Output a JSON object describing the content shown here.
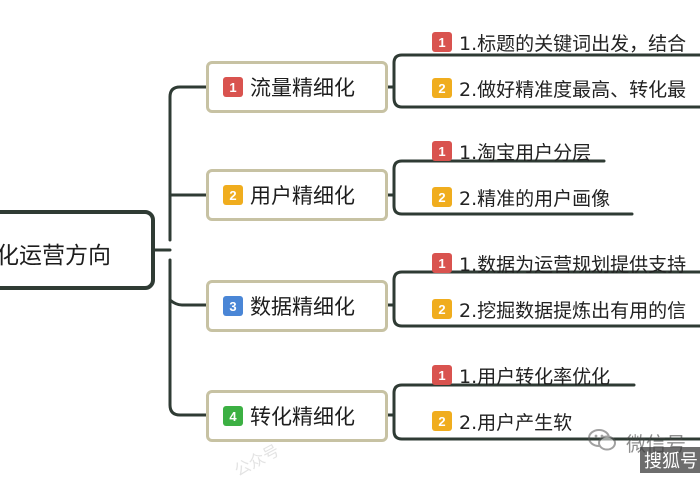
{
  "mindmap": {
    "root": {
      "label": "化运营方向"
    },
    "branches": [
      {
        "badge": "1",
        "badge_color": "#d9534f",
        "label": "流量精细化",
        "leaves": [
          {
            "badge": "1",
            "badge_color": "#d9534f",
            "text": "1.标题的关键词出发，结合"
          },
          {
            "badge": "2",
            "badge_color": "#f0ad1e",
            "text": "2.做好精准度最高、转化最"
          }
        ]
      },
      {
        "badge": "2",
        "badge_color": "#f0ad1e",
        "label": "用户精细化",
        "leaves": [
          {
            "badge": "1",
            "badge_color": "#d9534f",
            "text": "1.淘宝用户分层"
          },
          {
            "badge": "2",
            "badge_color": "#f0ad1e",
            "text": "2.精准的用户画像"
          }
        ]
      },
      {
        "badge": "3",
        "badge_color": "#4a86d6",
        "label": "数据精细化",
        "leaves": [
          {
            "badge": "1",
            "badge_color": "#d9534f",
            "text": "1.数据为运营规划提供支持"
          },
          {
            "badge": "2",
            "badge_color": "#f0ad1e",
            "text": "2.挖掘数据提炼出有用的信"
          }
        ]
      },
      {
        "badge": "4",
        "badge_color": "#3cb043",
        "label": "转化精细化",
        "leaves": [
          {
            "badge": "1",
            "badge_color": "#d9534f",
            "text": "1.用户转化率优化"
          },
          {
            "badge": "2",
            "badge_color": "#f0ad1e",
            "text": "2.用户产生软"
          }
        ]
      }
    ]
  },
  "watermark": {
    "text": "微信号",
    "text2": "搜狐号",
    "faint": "公众号"
  }
}
